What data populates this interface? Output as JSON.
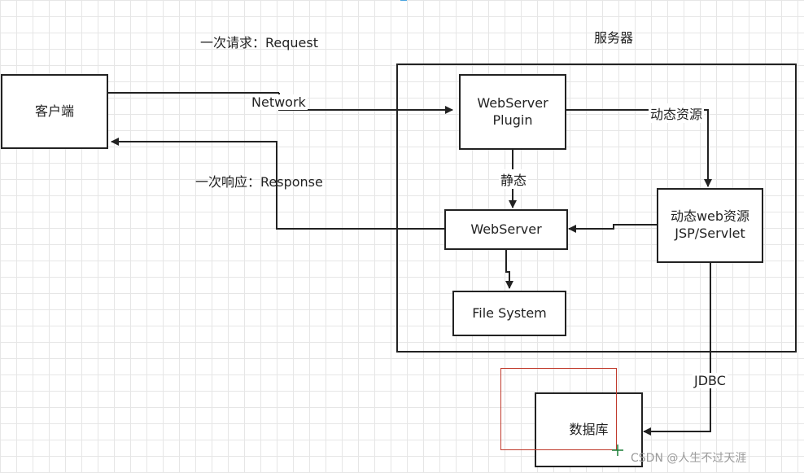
{
  "labels": {
    "request": "一次请求：Request",
    "response": "一次响应：Response",
    "server": "服务器",
    "network": "Network",
    "dynamic_resource": "动态资源",
    "static": "静态",
    "jdbc": "JDBC"
  },
  "nodes": {
    "client": "客户端",
    "plugin_line1": "WebServer",
    "plugin_line2": "Plugin",
    "webserver": "WebServer",
    "dynamic_line1": "动态web资源",
    "dynamic_line2": "JSP/Servlet",
    "filesystem": "File System",
    "database": "数据库"
  },
  "watermark": "CSDN @人生不过天涯",
  "colors": {
    "line": "#222222",
    "grid": "#e6e6e6",
    "selection": "#c0392b"
  }
}
